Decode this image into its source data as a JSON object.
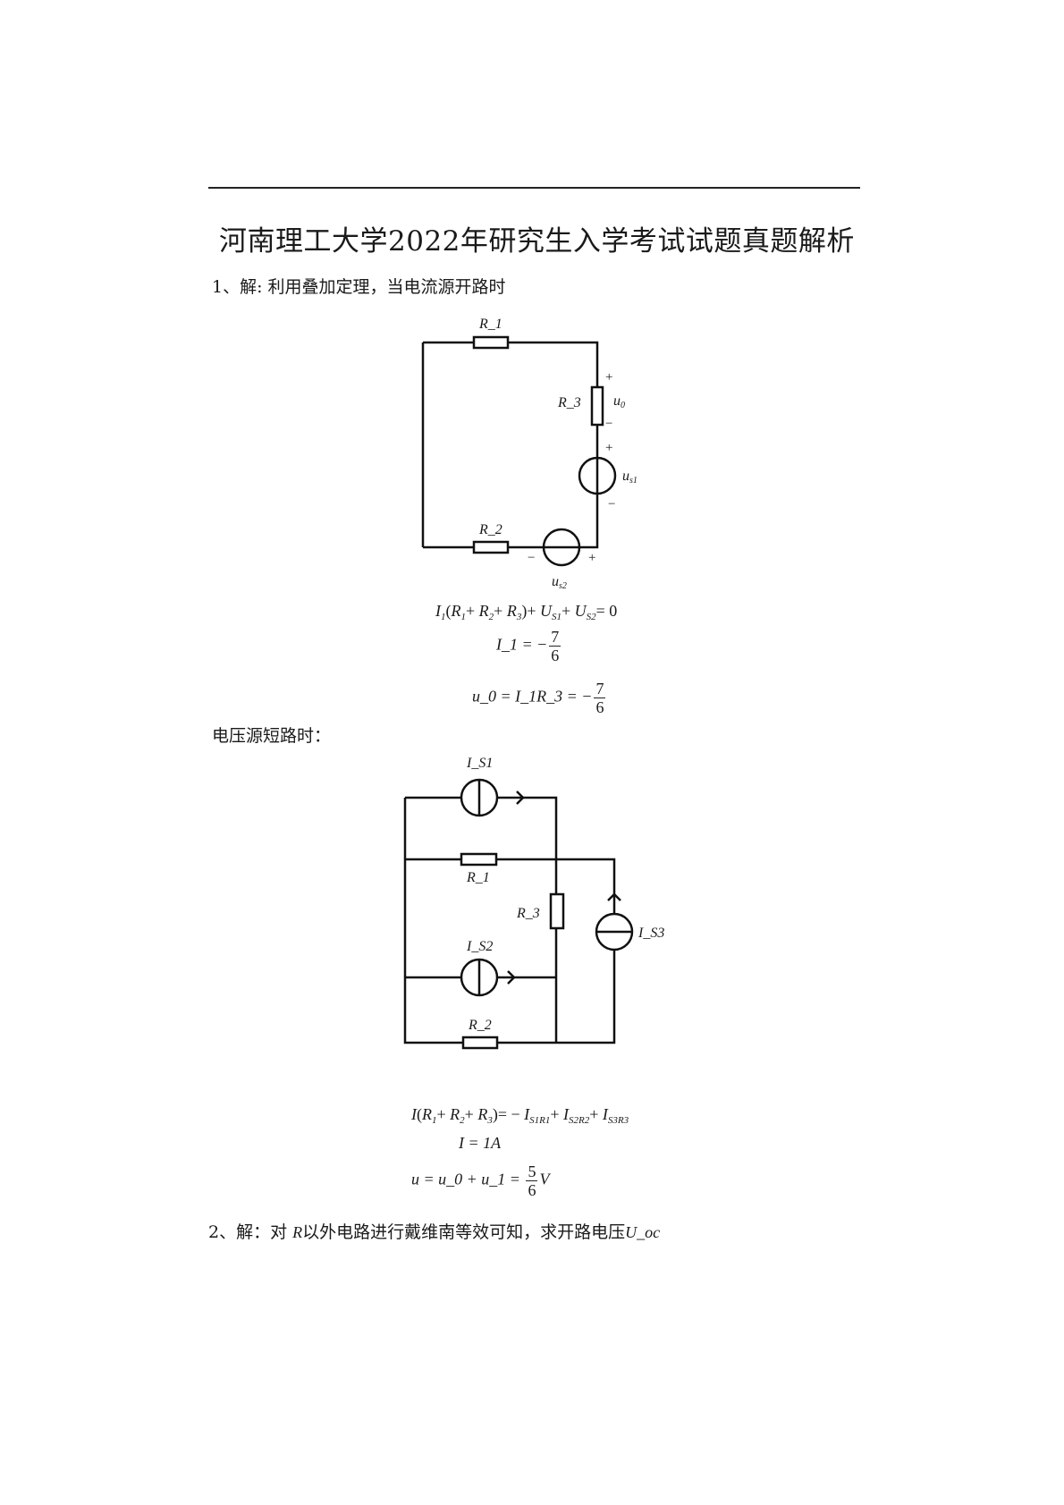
{
  "title": "河南理工大学2022年研究生入学考试试题真题解析",
  "q1": {
    "intro": "1、解: 利用叠加定理，当电流源开路时",
    "circuit1": {
      "R1": "R_1",
      "R2": "R_2",
      "R3": "R_3",
      "u0": "u_0",
      "us1": "u_s1",
      "us2": "u_s2",
      "plus": "+",
      "minus": "−"
    },
    "eq1": "I_1(R_1 + R_2 + R_3) + U_S1 + U_S2 = 0",
    "eq2": {
      "lhs": "I_1 = −",
      "num": "7",
      "den": "6"
    },
    "eq3": {
      "lhs": "u_0 = I_1R_3 = −",
      "num": "7",
      "den": "6"
    },
    "case2": "电压源短路时：",
    "circuit2": {
      "IS1": "I_S1",
      "IS2": "I_S2",
      "IS3": "I_S3",
      "R1": "R_1",
      "R2": "R_2",
      "R3": "R_3"
    },
    "eq4": "I(R_1 + R_2 + R_3) = −I_S1R_1 + I_S2R_2 + I_S3R_3",
    "eq5": "I = 1A",
    "eq6": {
      "lhs": "u = u_0 + u_1 = ",
      "num": "5",
      "den": "6",
      "unit": "V"
    }
  },
  "q2": {
    "intro_a": "2、解：对",
    "intro_var": "R",
    "intro_b": "以外电路进行戴维南等效可知，求开路电压",
    "intro_var2": "U_oc"
  }
}
